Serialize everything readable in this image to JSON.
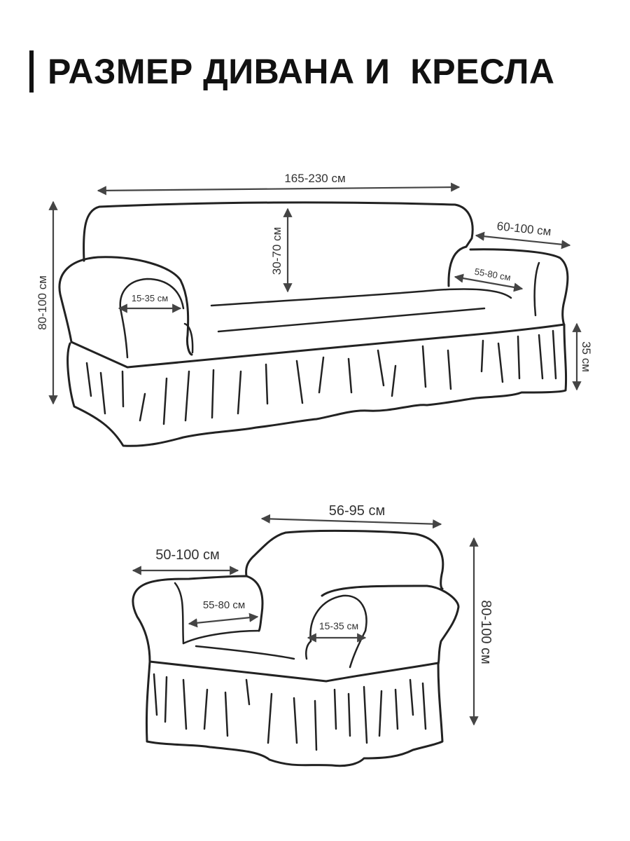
{
  "title": "РАЗМЕР ДИВАНА И  КРЕСЛА",
  "sofa": {
    "width_label": "165-230 см",
    "height_label": "80-100 см",
    "back_label": "30-70 см",
    "arm_length_label": "60-100 см",
    "seat_depth_label": "55-80 см",
    "arm_width_label": "15-35 см",
    "skirt_label": "35 см"
  },
  "armchair": {
    "width_label": "56-95 см",
    "arm_length_label": "50-100 см",
    "seat_depth_label": "55-80 см",
    "arm_width_label": "15-35 см",
    "height_label": "80-100 см"
  }
}
